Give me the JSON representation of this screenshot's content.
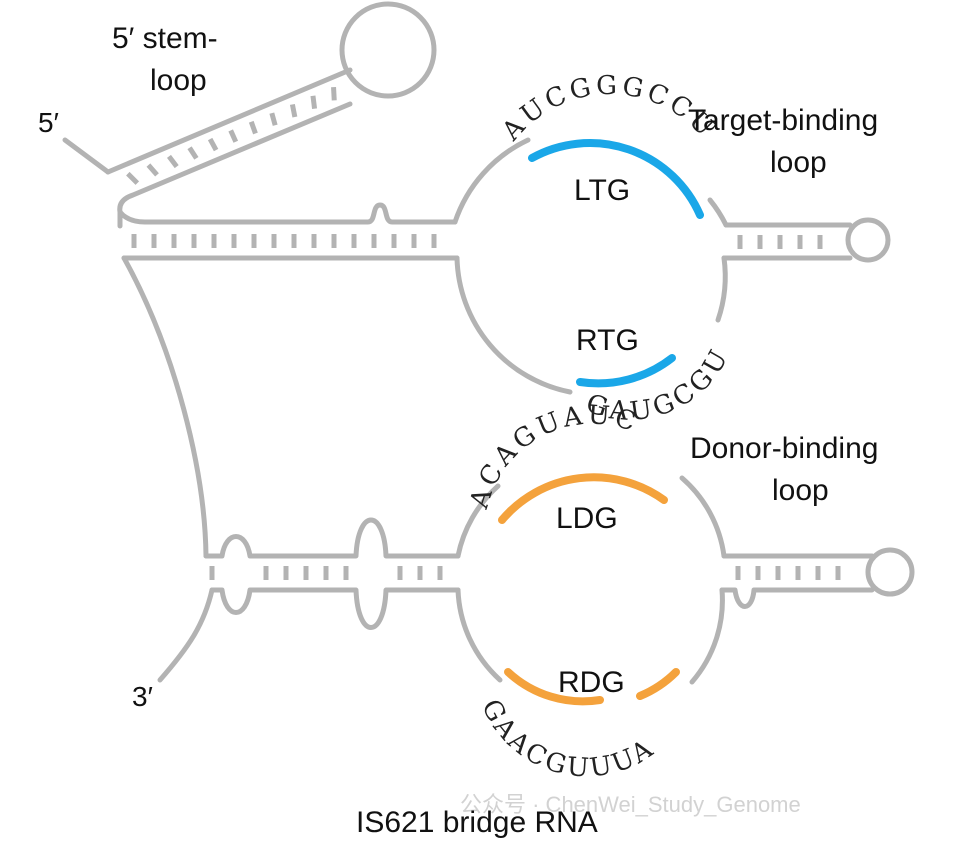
{
  "labels": {
    "five_prime": "5′",
    "three_prime": "3′",
    "stem_loop_line1": "5′ stem-",
    "stem_loop_line2": "loop",
    "target_loop_line1": "Target-binding",
    "target_loop_line2": "loop",
    "donor_loop_line1": "Donor-binding",
    "donor_loop_line2": "loop",
    "ltg": "LTG",
    "rtg": "RTG",
    "ldg": "LDG",
    "rdg": "RDG",
    "caption": "IS621 bridge RNA"
  },
  "sequences": {
    "ltg_seq": "AUCGGGCCU",
    "rtg_seq": "GAUGCGU",
    "ldg_seq": "ACAGUAUC",
    "rdg_seq": "GAACGUUUA"
  },
  "watermark": "公众号 · ChenWei_Study_Genome",
  "colors": {
    "backbone": "#b3b3b3",
    "target_guides": "#1aa7e8",
    "donor_guides": "#f4a23c"
  }
}
